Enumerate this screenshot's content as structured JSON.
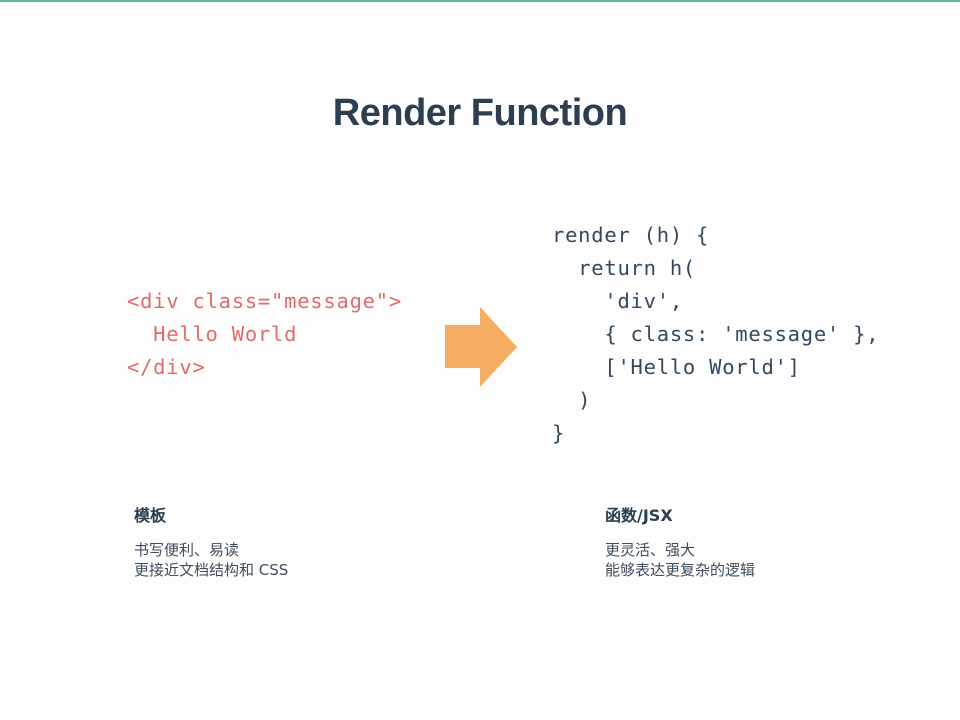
{
  "slide": {
    "title": "Render Function",
    "accent_color": "#5fb89a",
    "arrow_color": "#f5ad62",
    "arrow_icon": "right-arrow"
  },
  "template_code": {
    "color": "#e06b6b",
    "lines": [
      "<div class=\"message\">",
      "  Hello World",
      "</div>"
    ]
  },
  "render_code": {
    "color": "#34495e",
    "lines": [
      "render (h) {",
      "  return h(",
      "    'div',",
      "    { class: 'message' },",
      "    ['Hello World']",
      "  )",
      "}"
    ]
  },
  "captions": {
    "left": {
      "heading": "模板",
      "lines": [
        "书写便利、易读",
        "更接近文档结构和 CSS"
      ]
    },
    "right": {
      "heading": "函数/JSX",
      "lines": [
        "更灵活、强大",
        "能够表达更复杂的逻辑"
      ]
    }
  }
}
